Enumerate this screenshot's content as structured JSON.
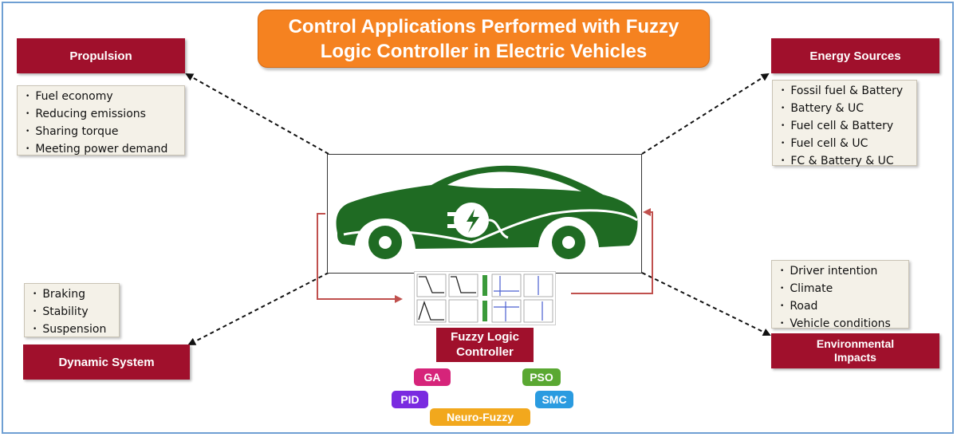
{
  "title": "Control Applications Performed with Fuzzy Logic Controller in Electric Vehicles",
  "propulsion": {
    "heading": "Propulsion",
    "items": [
      "Fuel economy",
      "Reducing emissions",
      "Sharing torque",
      "Meeting power demand"
    ]
  },
  "energy_sources": {
    "heading": "Energy Sources",
    "items": [
      "Fossil fuel & Battery",
      "Battery & UC",
      "Fuel cell & Battery",
      "Fuel cell & UC",
      "FC & Battery & UC"
    ]
  },
  "dynamic_system": {
    "heading": "Dynamic System",
    "items": [
      "Braking",
      "Stability",
      "Suspension"
    ]
  },
  "environmental": {
    "heading": "Environmental Impacts",
    "items": [
      "Driver intention",
      "Climate",
      "Road",
      "Vehicle conditions"
    ]
  },
  "controller": {
    "label": "Fuzzy Logic Controller"
  },
  "methods": [
    {
      "label": "GA",
      "color": "#d6247a"
    },
    {
      "label": "PSO",
      "color": "#5aa832"
    },
    {
      "label": "PID",
      "color": "#7a2be0"
    },
    {
      "label": "SMC",
      "color": "#2a9be0"
    },
    {
      "label": "Neuro-Fuzzy",
      "color": "#f2a81d"
    }
  ],
  "colors": {
    "title_bg": "#f58220",
    "category_bg": "#a0102c",
    "car_green": "#1f6b23",
    "list_bg": "#f4f1e8",
    "feedback_arrow": "#c0504d"
  }
}
